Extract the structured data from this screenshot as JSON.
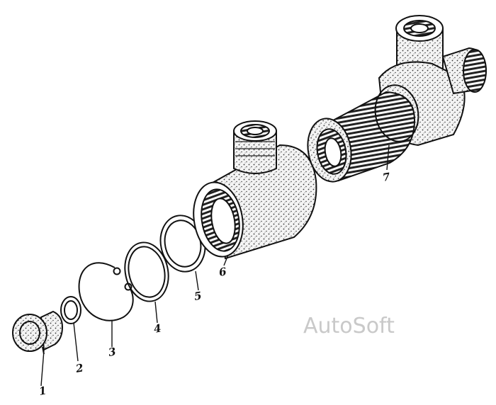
{
  "callouts": [
    "1",
    "2",
    "3",
    "4",
    "5",
    "6",
    "7"
  ],
  "watermark": "AutoSoft"
}
